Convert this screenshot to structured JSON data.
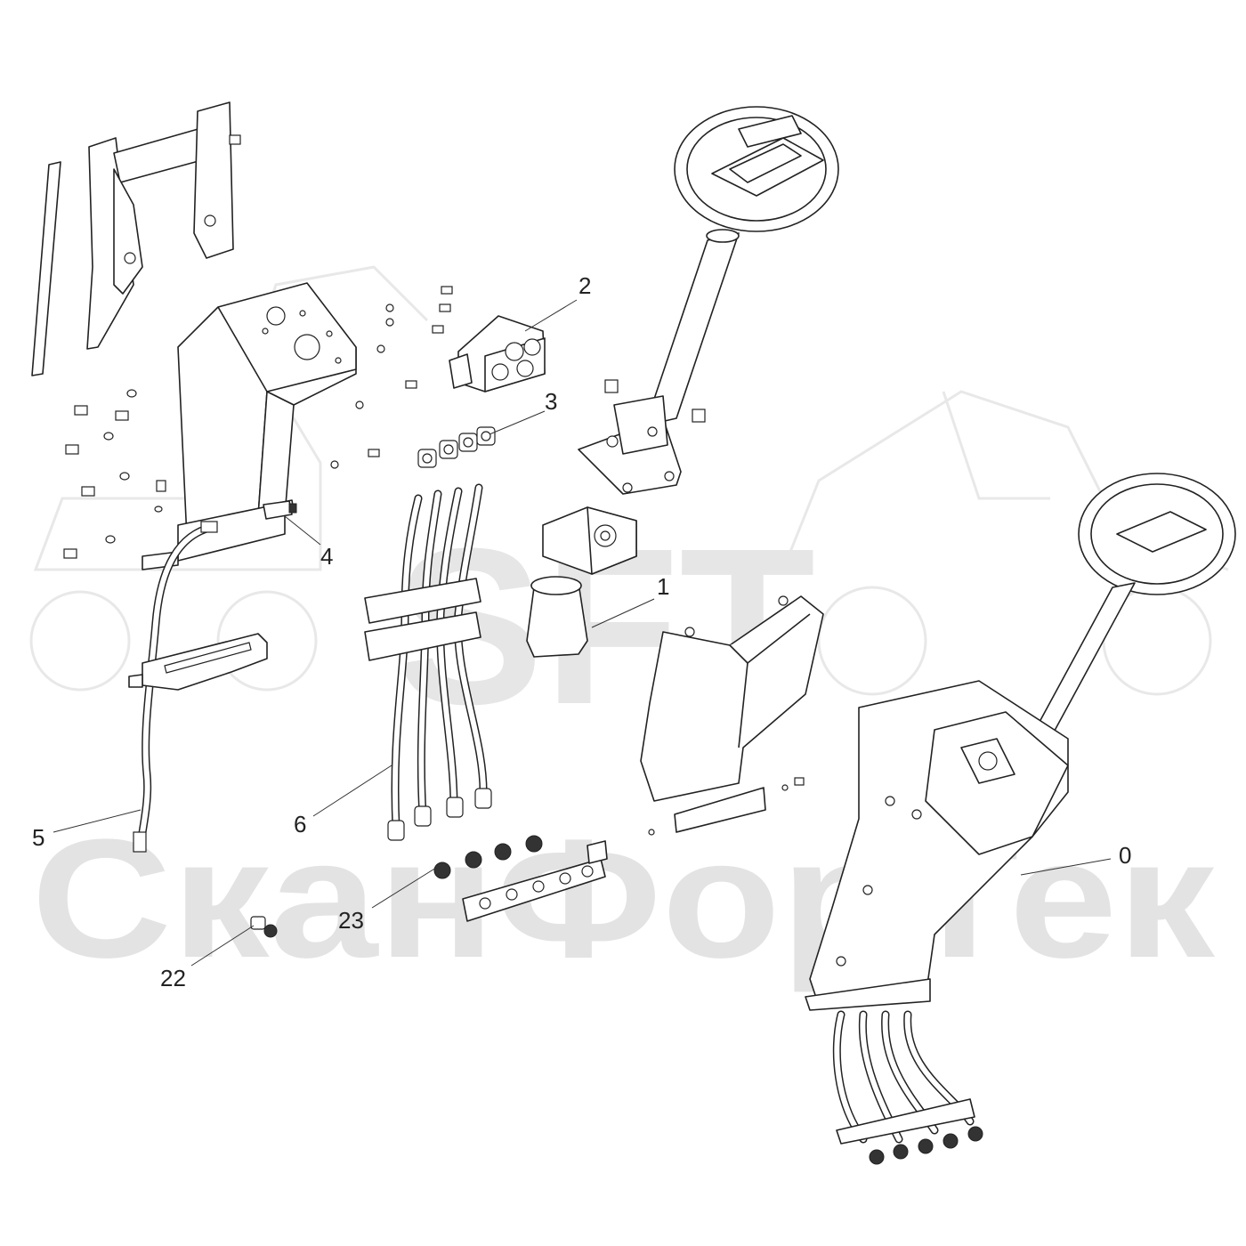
{
  "watermark": {
    "logo": "SFT",
    "brand": "СканФорТек"
  },
  "callouts": [
    {
      "id": "0",
      "label": "0"
    },
    {
      "id": "1",
      "label": "1"
    },
    {
      "id": "2",
      "label": "2"
    },
    {
      "id": "3",
      "label": "3"
    },
    {
      "id": "4",
      "label": "4"
    },
    {
      "id": "5",
      "label": "5"
    },
    {
      "id": "6",
      "label": "6"
    },
    {
      "id": "22",
      "label": "22"
    },
    {
      "id": "23",
      "label": "23"
    }
  ],
  "colors": {
    "line": "#222222",
    "watermark": "#e3e3e3",
    "background": "#ffffff"
  }
}
